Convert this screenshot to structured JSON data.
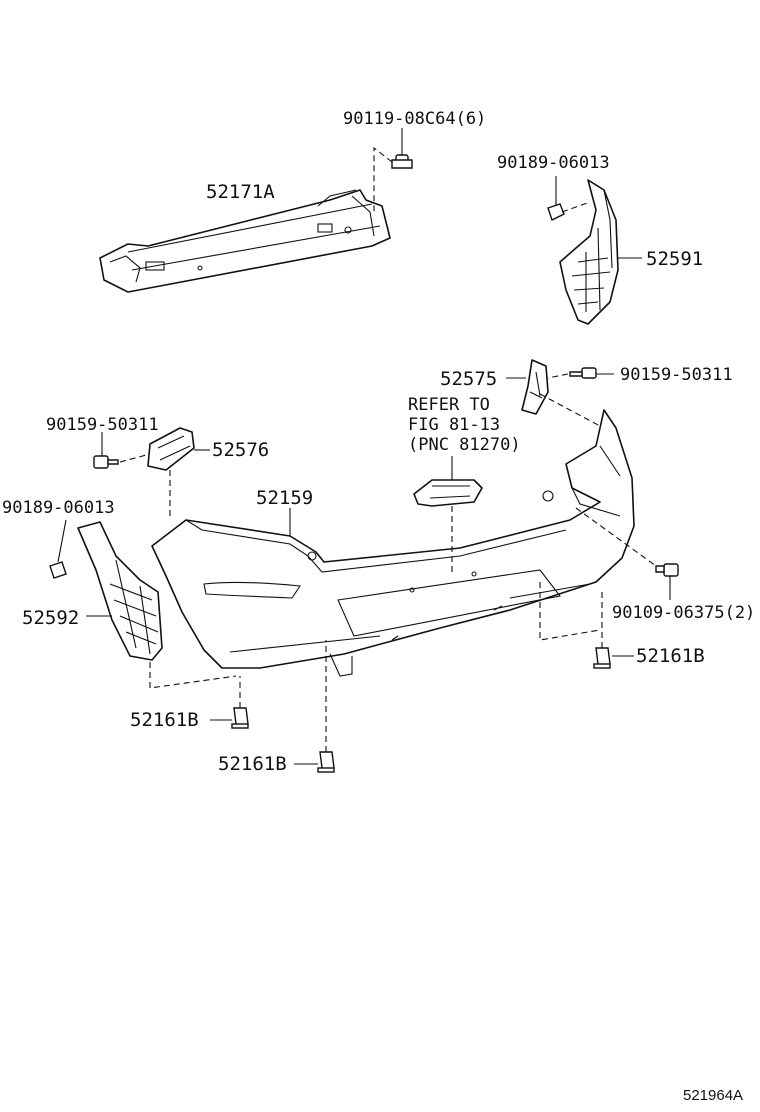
{
  "diagram": {
    "labels": {
      "bolt_top": "90119-08C64(6)",
      "reinforcement": "52171A",
      "bolt_right_top": "90189-06013",
      "retainer_right": "52591",
      "bracket_upper_right": "52575",
      "screw_right": "90159-50311",
      "refer_line1": "REFER TO",
      "refer_line2": "FIG 81-13",
      "refer_line3": "(PNC 81270)",
      "screw_left": "90159-50311",
      "bracket_upper_left": "52576",
      "bumper_cover": "52159",
      "bolt_left": "90189-06013",
      "retainer_left": "52592",
      "screw_lower_right": "90109-06375(2)",
      "clip_right": "52161B",
      "clip_left": "52161B",
      "clip_center": "52161B",
      "figure_id": "521964A"
    }
  }
}
